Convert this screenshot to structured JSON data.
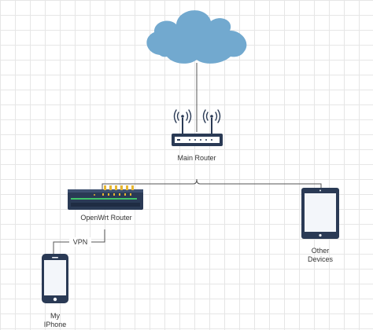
{
  "nodes": {
    "internet": {
      "icon": "cloud-icon"
    },
    "main_router": {
      "label": "Main Router",
      "icon": "wifi-router-icon"
    },
    "openwrt_router": {
      "label": "OpenWrt Router",
      "icon": "network-router-icon"
    },
    "other_devices": {
      "label_line1": "Other",
      "label_line2": "Devices",
      "icon": "tablet-icon"
    },
    "my_iphone": {
      "label_line1": "My",
      "label_line2": "IPhone",
      "icon": "smartphone-icon"
    }
  },
  "connections": {
    "vpn_label": "VPN"
  },
  "colors": {
    "cloud": "#72a9cf",
    "device_dark": "#2a3a55",
    "screen": "#f3f6fa",
    "led": "#e7b731",
    "led_green": "#41c46a",
    "line": "#555555"
  }
}
